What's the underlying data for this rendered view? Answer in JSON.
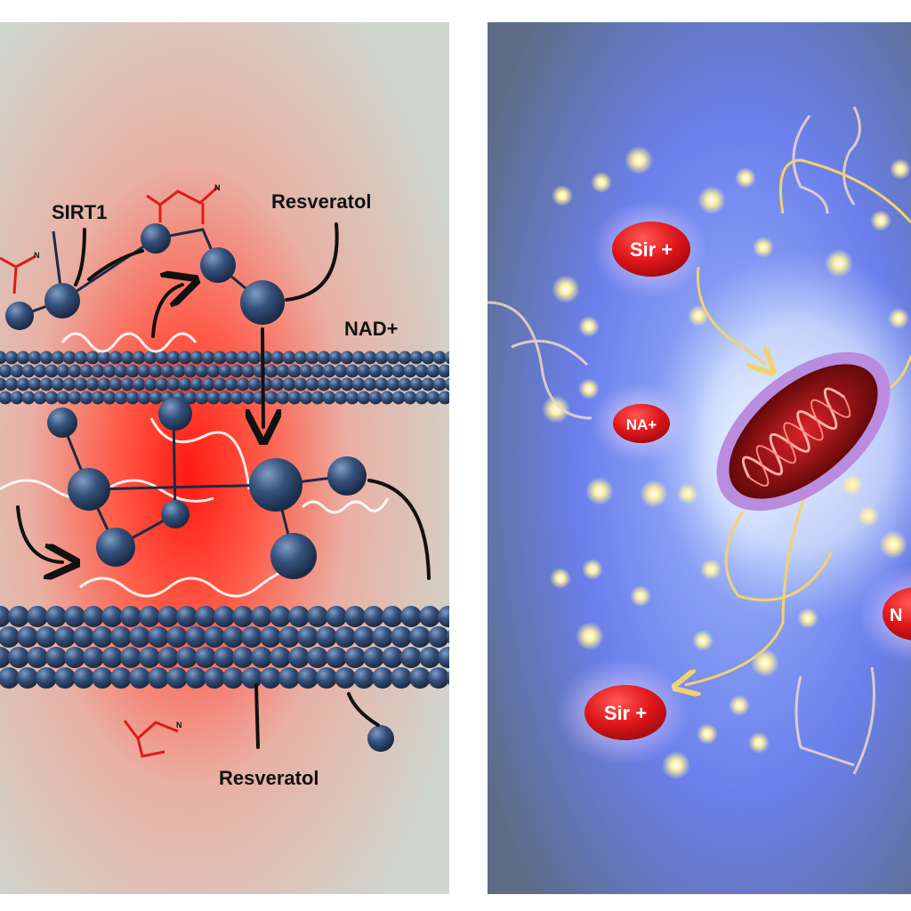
{
  "left_panel": {
    "labels": {
      "sirt1": "SIRT1",
      "resveratol_top": "Resveratol",
      "nad": "NAD+",
      "resveratol_bottom": "Resveratol",
      "small_n1": "N",
      "small_n2": "N",
      "small_n3": "N"
    },
    "colors": {
      "background": "#d6d8d2",
      "glow": "#ff2a1a",
      "sphere": "#2f4a6e",
      "bond": "#e01a1a"
    }
  },
  "right_panel": {
    "labels": {
      "sir_top": "Sir +",
      "na_mid": "NA+",
      "n_right": "N",
      "sir_bottom": "Sir +"
    },
    "colors": {
      "background": "#6f86ee",
      "edge": "#5e6f8c",
      "oval": "#e0161b",
      "mitochondrion_membrane": "#b98ce0",
      "mitochondrion_inner": "#7a0c0c",
      "particle": "#fff2b0",
      "arrow": "#f2d36b"
    }
  }
}
